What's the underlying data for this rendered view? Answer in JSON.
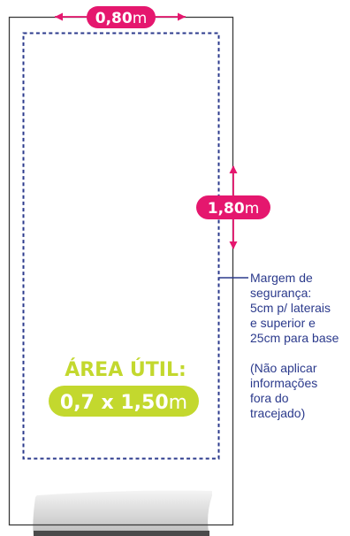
{
  "width_label": {
    "value": "0,80",
    "unit": "m"
  },
  "height_label": {
    "value": "1,80",
    "unit": "m"
  },
  "useful_area": {
    "title": "ÁREA ÚTIL:",
    "value": "0,7 x 1,50",
    "unit": "m"
  },
  "safety_note": [
    "Margem de",
    "segurança:",
    "5cm p/ laterais",
    "e superior e",
    "25cm para base"
  ],
  "placement_note": [
    "(Não aplicar",
    "informações",
    "fora do",
    "tracejado)"
  ],
  "colors": {
    "magenta": "#e5176e",
    "lime": "#c3d82e",
    "navy": "#2b3a8c",
    "outline": "#3a3a3a"
  }
}
